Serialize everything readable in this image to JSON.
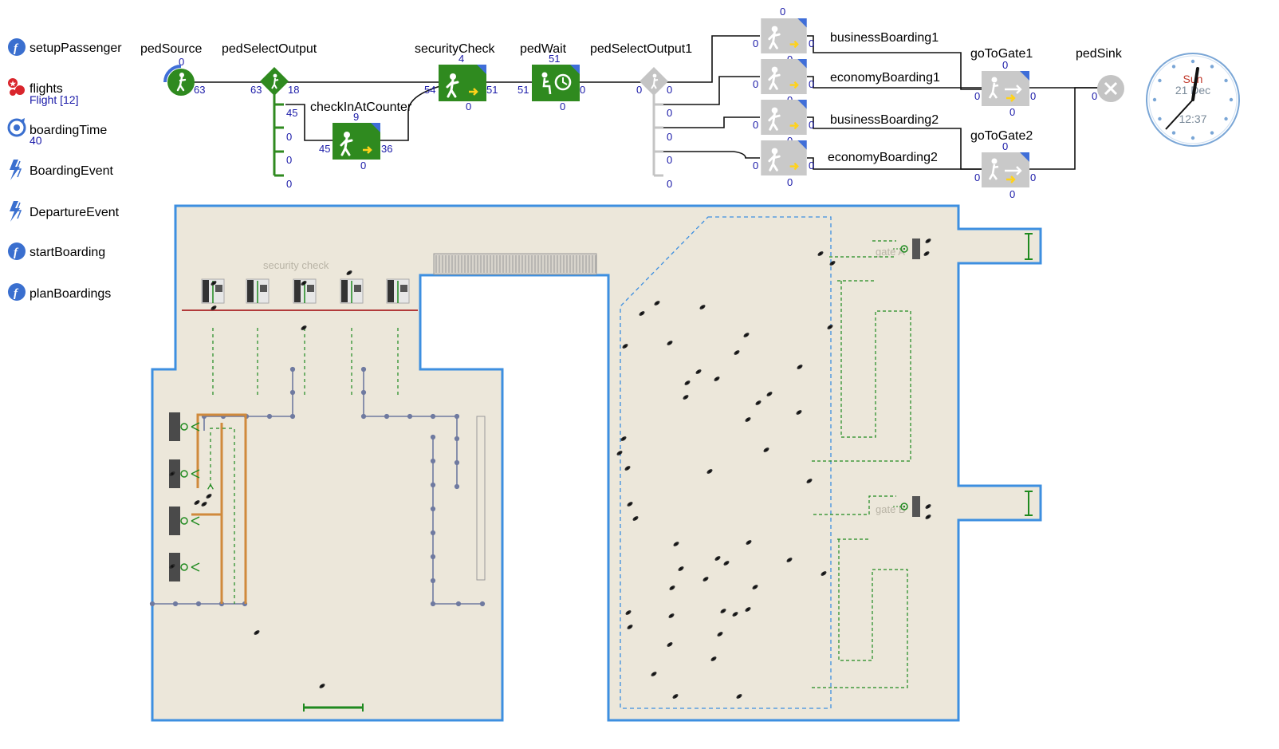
{
  "sidebar": {
    "items": [
      {
        "label": "setupPassenger",
        "sub": "",
        "icon": "function-icon"
      },
      {
        "label": "flights",
        "sub": "Flight [12]",
        "icon": "collection-icon"
      },
      {
        "label": "boardingTime",
        "sub": "40",
        "icon": "parameter-icon"
      },
      {
        "label": "BoardingEvent",
        "sub": "",
        "icon": "event-icon"
      },
      {
        "label": "DepartureEvent",
        "sub": "",
        "icon": "event-icon"
      },
      {
        "label": "startBoarding",
        "sub": "",
        "icon": "function-icon"
      },
      {
        "label": "planBoardings",
        "sub": "",
        "icon": "function-icon"
      }
    ]
  },
  "flowchart": {
    "pedSource": {
      "label": "pedSource",
      "top": "0",
      "out": "63"
    },
    "pedSelectOutput": {
      "label": "pedSelectOutput",
      "in": "63",
      "outs": [
        "18",
        "45",
        "0",
        "0",
        "0"
      ]
    },
    "checkInAtCounter": {
      "label": "checkInAtCounter",
      "top": "9",
      "in": "45",
      "out": "36",
      "bottom": "0"
    },
    "securityCheck": {
      "label": "securityCheck",
      "top": "4",
      "in": "54",
      "out": "51",
      "bottom": "0"
    },
    "pedWait": {
      "label": "pedWait",
      "top": "51",
      "in": "51",
      "out": "0",
      "bottom": "0"
    },
    "pedSelectOutput1": {
      "label": "pedSelectOutput1",
      "in": "0",
      "outs": [
        "0",
        "0",
        "0",
        "0",
        "0"
      ]
    },
    "services": [
      {
        "label": "businessBoarding1",
        "top": "0",
        "in": "0",
        "out": "0"
      },
      {
        "label": "economyBoarding1",
        "top": "0",
        "in": "0",
        "out": "0"
      },
      {
        "label": "businessBoarding2",
        "top": "0",
        "in": "0",
        "out": "0"
      },
      {
        "label": "economyBoarding2",
        "top": "0",
        "in": "0",
        "out": "0",
        "bottom": "0"
      }
    ],
    "goToGate1": {
      "label": "goToGate1",
      "top": "0",
      "in": "0",
      "out": "0",
      "bottom": "0"
    },
    "goToGate2": {
      "label": "goToGate2",
      "top": "0",
      "in": "0",
      "out": "0",
      "bottom": "0"
    },
    "pedSink": {
      "label": "pedSink",
      "in": "0"
    }
  },
  "clock": {
    "day": "Sun",
    "date": "21 Dec",
    "time": "12:37"
  },
  "floor": {
    "security_label": "security check",
    "gateA_label": "gate A",
    "gateB_label": "gate B"
  },
  "colors": {
    "green": "#2f8a1f",
    "gray": "#c8c8c8",
    "count": "#1a1aa8",
    "wall": "#3d8fe0",
    "floor": "#ece7da",
    "path": "#1f8a1f",
    "rail": "#d08a3c"
  }
}
